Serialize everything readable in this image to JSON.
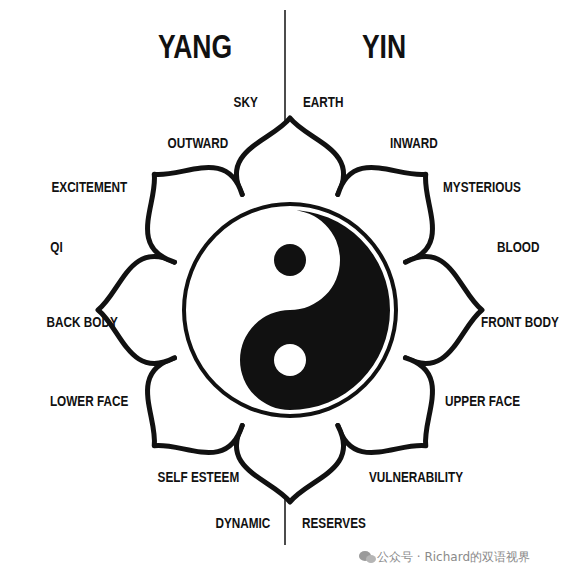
{
  "diagram": {
    "labels": [
      "YANG",
      "YIN",
      "SKY",
      "EARTH",
      "OUTWARD",
      "INWARD",
      "EXCITEMENT",
      "MYSTERIOUS",
      "QI",
      "BLOOD",
      "BACK BODY",
      "FRONT BODY",
      "LOWER FACE",
      "UPPER FACE",
      "SELF ESTEEM",
      "VULNERABILITY",
      "DYNAMIC",
      "RESERVES",
      "公众号 · Richard的双语视界"
    ]
  }
}
